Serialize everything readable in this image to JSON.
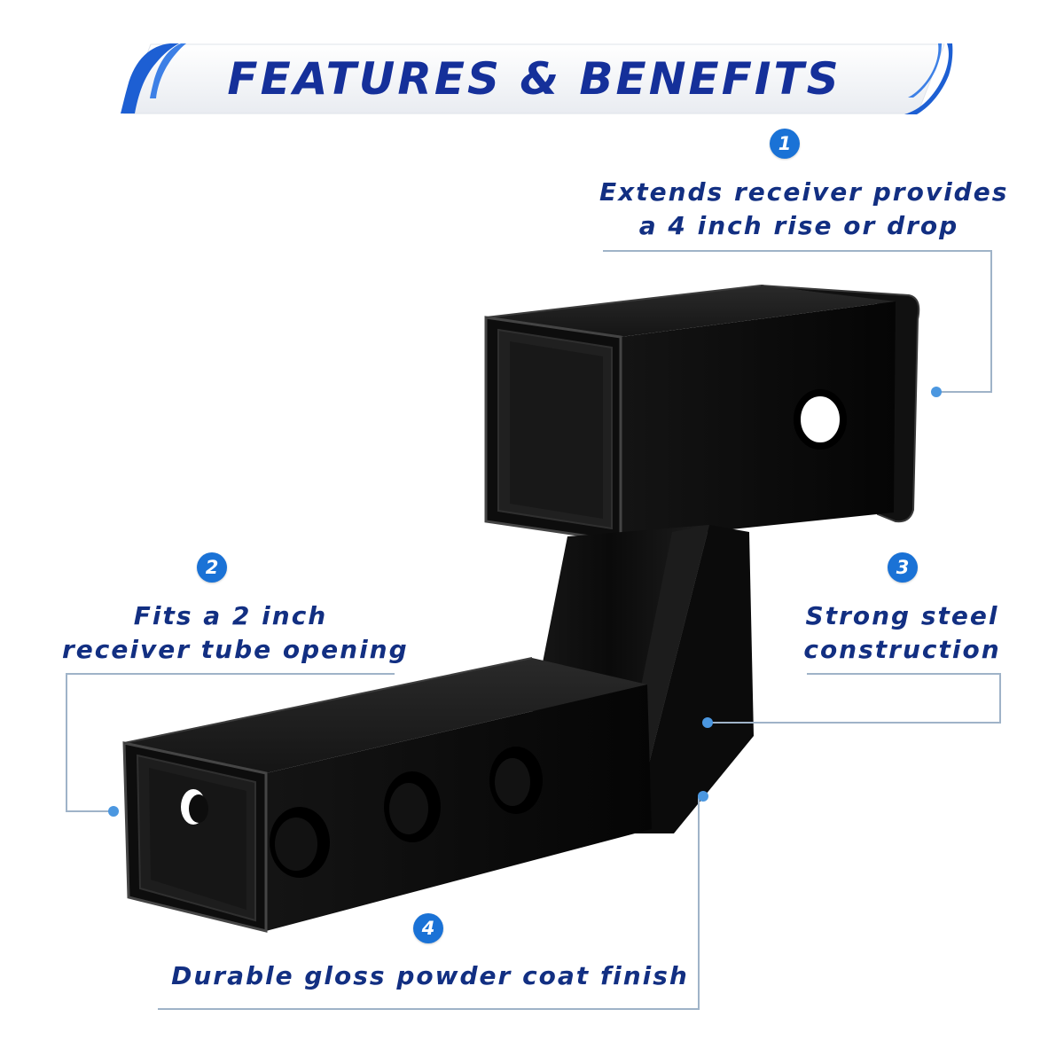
{
  "banner": {
    "title": "FEATURES & BENEFITS"
  },
  "features": [
    {
      "number": "1",
      "lines": [
        "Extends receiver provides",
        "a 4 inch rise or drop"
      ]
    },
    {
      "number": "2",
      "lines": [
        "Fits a 2 inch",
        "receiver tube opening"
      ]
    },
    {
      "number": "3",
      "lines": [
        "Strong steel",
        "construction"
      ]
    },
    {
      "number": "4",
      "lines": [
        "Durable gloss powder coat finish"
      ]
    }
  ],
  "colors": {
    "title": "#15309a",
    "text": "#122f82",
    "badge": "#1a72d6",
    "accent": "#1f5fd0",
    "leader": "#8fa7c0",
    "product": "#0c0c0c"
  }
}
